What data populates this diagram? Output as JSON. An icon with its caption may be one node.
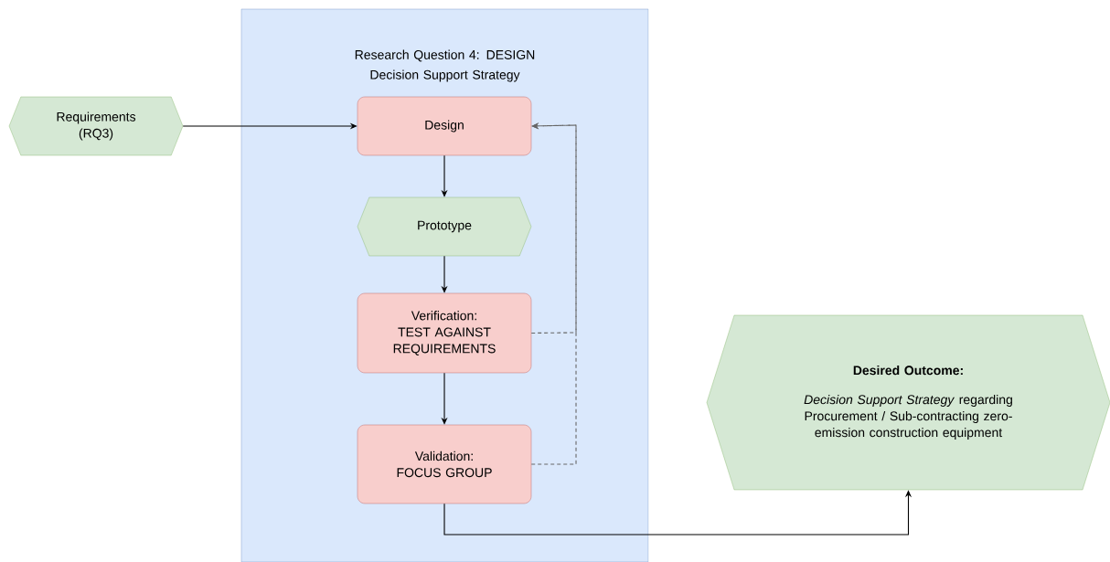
{
  "diagram": {
    "nodes": [
      {
        "text": [
          "Research Question 4: DESIGN",
          "Decision Support Strategy"
        ]
      },
      {
        "text": [
          "Requirements (RQ3)"
        ]
      },
      {
        "text": [
          "Design"
        ],
        "in": 0
      },
      {
        "text": [
          "Prototype"
        ],
        "in": 0
      },
      {
        "text": [
          "Verification: TEST AGAINST REQUIREMENTS"
        ],
        "in": 0
      },
      {
        "text": [
          "Validation: FOCUS GROUP"
        ],
        "in": 0
      },
      {
        "text": [
          "Desired Outcome:",
          "*Decision Support Strategy* regarding Procurement / Sub-contracting zero-emission construction equipment"
        ]
      }
    ],
    "edges": [
      {
        "from": 1,
        "to": 2,
        "arrow": "to"
      },
      {
        "from": 2,
        "to": 3,
        "arrow": "to"
      },
      {
        "from": 3,
        "to": 4,
        "arrow": "to"
      },
      {
        "from": 4,
        "to": 5,
        "arrow": "to"
      },
      {
        "from": 4,
        "to": 2,
        "arrow": "to",
        "style": "dashed",
        "color": "#666666"
      },
      {
        "from": 5,
        "to": 2,
        "arrow": "to",
        "style": "dashed",
        "color": "#666666"
      },
      {
        "from": 5,
        "to": 6,
        "arrow": "to"
      }
    ]
  }
}
